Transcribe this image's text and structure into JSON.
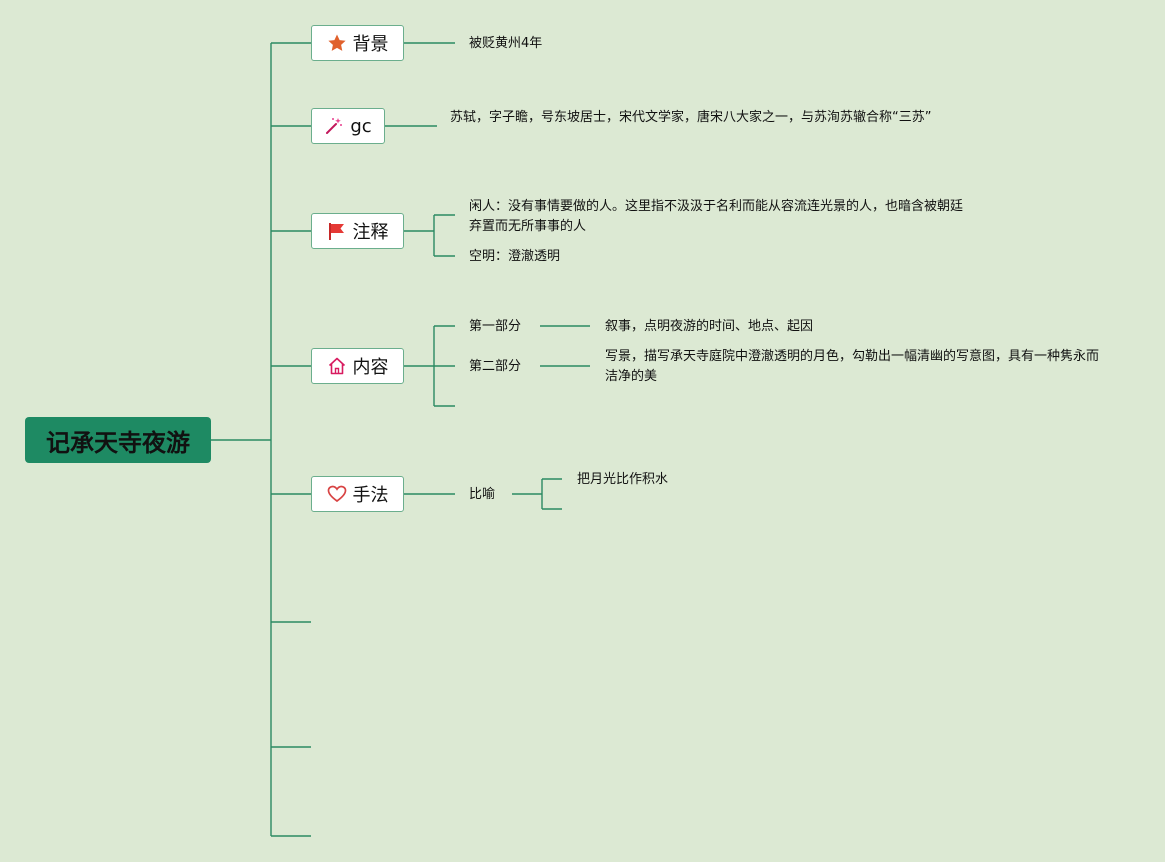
{
  "root": {
    "title": "记承天寺夜游"
  },
  "topics": {
    "background": {
      "label": "背景",
      "icon": "star-icon",
      "note": "被贬黄州4年"
    },
    "author": {
      "label": "gc",
      "icon": "magic-wand-icon",
      "note": "苏轼，字子瞻，号东坡居士，宋代文学家，唐宋八大家之一，与苏洵苏辙合称“三苏”"
    },
    "notes": {
      "label": "注释",
      "icon": "flag-icon",
      "items": [
        "闲人：没有事情要做的人。这里指不汲汲于名利而能从容流连光景的人，也暗含被朝廷弃置而无所事事的人",
        "空明：澄澈透明"
      ]
    },
    "content": {
      "label": "内容",
      "icon": "home-icon",
      "parts": [
        {
          "name": "第一部分",
          "desc": "叙事，点明夜游的时间、地点、起因"
        },
        {
          "name": "第二部分",
          "desc": "写景，描写承天寺庭院中澄澈透明的月色，勾勒出一幅清幽的写意图，具有一种隽永而洁净的美"
        }
      ]
    },
    "technique": {
      "label": "手法",
      "icon": "heart-icon",
      "sub": "比喻",
      "desc": "把月光比作积水"
    }
  },
  "colors": {
    "background": "#dce9d3",
    "root_fill": "#1e8a63",
    "line": "#2b8a62",
    "topic_border": "#6bae8d"
  }
}
